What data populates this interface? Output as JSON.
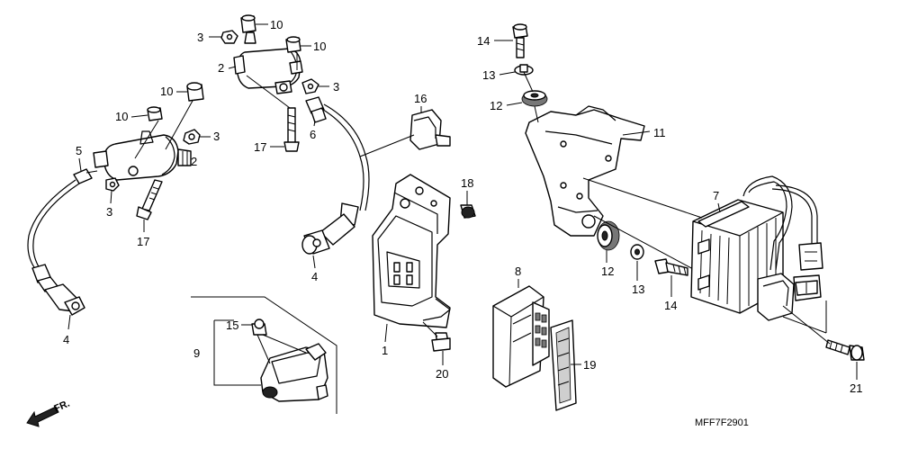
{
  "diagram": {
    "code": "MFF7F2901",
    "direction_label": "FR.",
    "callouts": [
      "1",
      "2",
      "3",
      "4",
      "5",
      "6",
      "7",
      "8",
      "9",
      "10",
      "11",
      "12",
      "13",
      "14",
      "15",
      "16",
      "17",
      "18",
      "19",
      "20",
      "21"
    ]
  }
}
